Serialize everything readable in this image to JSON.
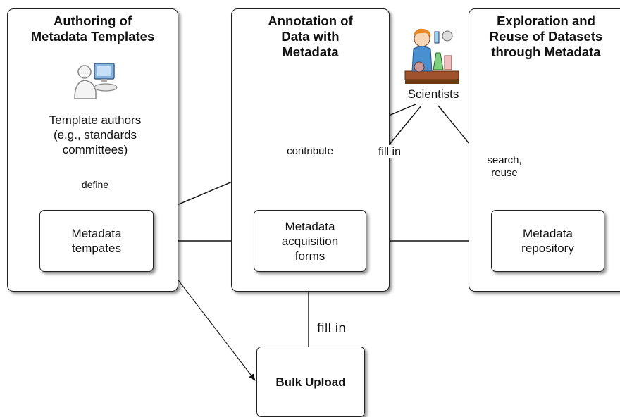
{
  "panels": {
    "authoring": {
      "title": "Authoring of\nMetadata Templates"
    },
    "annotation": {
      "title": "Annotation of\nData with\nMetadata"
    },
    "exploration": {
      "title": "Exploration and\nReuse of Datasets\nthrough Metadata"
    }
  },
  "actors": {
    "template_authors": "Template authors\n(e.g., standards\ncommittees)",
    "scientists": "Scientists"
  },
  "boxes": {
    "templates": "Metadata\ntempates",
    "forms": "Metadata\nacquisition\nforms",
    "repository": "Metadata\nrepository",
    "bulk_upload": "Bulk Upload"
  },
  "edge_labels": {
    "define": "define",
    "contribute": "contribute",
    "fill_in_top": "fill in",
    "search_reuse": "search,\nreuse",
    "fill_in_bottom": "fill in"
  }
}
